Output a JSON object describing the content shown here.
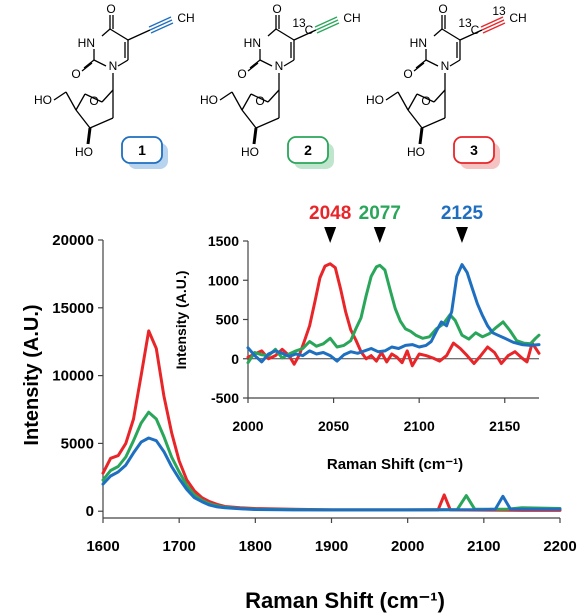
{
  "compounds": [
    {
      "number": "1",
      "isotope_a": "",
      "isotope_b": "",
      "alkyne_color": "#1f6fc0",
      "badge_color": "#1f6fc0",
      "shadow_color": "#b8d3ee"
    },
    {
      "number": "2",
      "isotope_a": "13",
      "isotope_b": "",
      "alkyne_color": "#2aa65a",
      "badge_color": "#2aa65a",
      "shadow_color": "#bfe6cc"
    },
    {
      "number": "3",
      "isotope_a": "13",
      "isotope_b": "13",
      "alkyne_color": "#e8262a",
      "badge_color": "#e8262a",
      "shadow_color": "#f6c3c3"
    }
  ],
  "chem_labels": {
    "o": "O",
    "hn": "HN",
    "n": "N",
    "ho": "HO",
    "ch": "CH",
    "c": "C",
    "o_ring": "O"
  },
  "chart_data": [
    {
      "type": "line",
      "xlabel": "Raman Shift (cm⁻¹)",
      "ylabel": "Intensity (A.U.)",
      "xlim": [
        1600,
        2200
      ],
      "ylim": [
        -500,
        20000
      ],
      "xticks": [
        "1600",
        "1700",
        "1800",
        "1900",
        "2000",
        "2100",
        "2200"
      ],
      "yticks": [
        "0",
        "5000",
        "10000",
        "15000",
        "20000"
      ],
      "series": [
        {
          "color": "#e8262a",
          "points": [
            [
              1600,
              2800
            ],
            [
              1610,
              3900
            ],
            [
              1620,
              4100
            ],
            [
              1630,
              5000
            ],
            [
              1640,
              6800
            ],
            [
              1650,
              10000
            ],
            [
              1660,
              13300
            ],
            [
              1670,
              12000
            ],
            [
              1680,
              8500
            ],
            [
              1690,
              5800
            ],
            [
              1700,
              3700
            ],
            [
              1710,
              2300
            ],
            [
              1720,
              1500
            ],
            [
              1730,
              1000
            ],
            [
              1740,
              700
            ],
            [
              1750,
              500
            ],
            [
              1760,
              350
            ],
            [
              1780,
              250
            ],
            [
              1800,
              200
            ],
            [
              1850,
              150
            ],
            [
              1900,
              100
            ],
            [
              1950,
              100
            ],
            [
              2000,
              100
            ],
            [
              2040,
              100
            ],
            [
              2048,
              1200
            ],
            [
              2056,
              100
            ],
            [
              2100,
              80
            ],
            [
              2150,
              60
            ],
            [
              2200,
              60
            ]
          ]
        },
        {
          "color": "#2aa65a",
          "points": [
            [
              1600,
              2300
            ],
            [
              1610,
              3000
            ],
            [
              1620,
              3300
            ],
            [
              1630,
              4000
            ],
            [
              1640,
              5200
            ],
            [
              1650,
              6500
            ],
            [
              1660,
              7300
            ],
            [
              1670,
              6800
            ],
            [
              1680,
              5500
            ],
            [
              1690,
              4000
            ],
            [
              1700,
              2900
            ],
            [
              1710,
              1900
            ],
            [
              1720,
              1200
            ],
            [
              1730,
              800
            ],
            [
              1740,
              550
            ],
            [
              1750,
              400
            ],
            [
              1760,
              300
            ],
            [
              1780,
              200
            ],
            [
              1800,
              150
            ],
            [
              1850,
              120
            ],
            [
              1900,
              100
            ],
            [
              1950,
              100
            ],
            [
              2000,
              100
            ],
            [
              2065,
              120
            ],
            [
              2077,
              1150
            ],
            [
              2088,
              150
            ],
            [
              2130,
              150
            ],
            [
              2150,
              250
            ],
            [
              2200,
              200
            ]
          ]
        },
        {
          "color": "#1f6fc0",
          "points": [
            [
              1600,
              2000
            ],
            [
              1610,
              2600
            ],
            [
              1620,
              2900
            ],
            [
              1630,
              3400
            ],
            [
              1640,
              4300
            ],
            [
              1650,
              5100
            ],
            [
              1660,
              5400
            ],
            [
              1670,
              5200
            ],
            [
              1680,
              4400
            ],
            [
              1690,
              3300
            ],
            [
              1700,
              2400
            ],
            [
              1710,
              1600
            ],
            [
              1720,
              1000
            ],
            [
              1730,
              700
            ],
            [
              1740,
              450
            ],
            [
              1750,
              320
            ],
            [
              1760,
              250
            ],
            [
              1780,
              180
            ],
            [
              1800,
              130
            ],
            [
              1850,
              100
            ],
            [
              1900,
              100
            ],
            [
              1950,
              100
            ],
            [
              2000,
              100
            ],
            [
              2100,
              120
            ],
            [
              2115,
              150
            ],
            [
              2125,
              1100
            ],
            [
              2135,
              150
            ],
            [
              2170,
              150
            ],
            [
              2200,
              150
            ]
          ]
        }
      ]
    },
    {
      "type": "line",
      "xlabel": "Raman Shift (cm⁻¹)",
      "ylabel": "Intensity (A.U.)",
      "xlim": [
        2000,
        2170
      ],
      "ylim": [
        -500,
        1500
      ],
      "xticks": [
        "2000",
        "2050",
        "2100",
        "2150"
      ],
      "yticks": [
        "-500",
        "0",
        "500",
        "1000",
        "1500"
      ],
      "annotations": [
        {
          "text": "2048",
          "x": 2048,
          "color": "#e8262a"
        },
        {
          "text": "2077",
          "x": 2077,
          "color": "#2aa65a"
        },
        {
          "text": "2125",
          "x": 2125,
          "color": "#1f6fc0"
        }
      ],
      "series": [
        {
          "color": "#e8262a",
          "points": [
            [
              2000,
              20
            ],
            [
              2004,
              60
            ],
            [
              2008,
              100
            ],
            [
              2012,
              0
            ],
            [
              2016,
              40
            ],
            [
              2020,
              120
            ],
            [
              2024,
              40
            ],
            [
              2027,
              -70
            ],
            [
              2030,
              50
            ],
            [
              2033,
              230
            ],
            [
              2036,
              420
            ],
            [
              2039,
              720
            ],
            [
              2042,
              1030
            ],
            [
              2045,
              1180
            ],
            [
              2048,
              1210
            ],
            [
              2051,
              1160
            ],
            [
              2054,
              900
            ],
            [
              2057,
              600
            ],
            [
              2060,
              370
            ],
            [
              2063,
              240
            ],
            [
              2066,
              90
            ],
            [
              2069,
              0
            ],
            [
              2072,
              40
            ],
            [
              2075,
              -30
            ],
            [
              2078,
              80
            ],
            [
              2081,
              -40
            ],
            [
              2084,
              60
            ],
            [
              2087,
              20
            ],
            [
              2090,
              -50
            ],
            [
              2093,
              100
            ],
            [
              2096,
              -90
            ],
            [
              2100,
              60
            ],
            [
              2104,
              40
            ],
            [
              2108,
              10
            ],
            [
              2112,
              -30
            ],
            [
              2116,
              40
            ],
            [
              2120,
              200
            ],
            [
              2124,
              130
            ],
            [
              2128,
              40
            ],
            [
              2132,
              -60
            ],
            [
              2136,
              40
            ],
            [
              2140,
              150
            ],
            [
              2144,
              80
            ],
            [
              2148,
              -60
            ],
            [
              2152,
              40
            ],
            [
              2156,
              90
            ],
            [
              2160,
              10
            ],
            [
              2163,
              -40
            ],
            [
              2166,
              200
            ],
            [
              2170,
              70
            ]
          ]
        },
        {
          "color": "#2aa65a",
          "points": [
            [
              2000,
              -50
            ],
            [
              2004,
              80
            ],
            [
              2008,
              50
            ],
            [
              2012,
              40
            ],
            [
              2016,
              120
            ],
            [
              2020,
              10
            ],
            [
              2024,
              60
            ],
            [
              2028,
              100
            ],
            [
              2032,
              130
            ],
            [
              2036,
              220
            ],
            [
              2040,
              160
            ],
            [
              2044,
              190
            ],
            [
              2048,
              260
            ],
            [
              2052,
              150
            ],
            [
              2056,
              170
            ],
            [
              2060,
              230
            ],
            [
              2063,
              380
            ],
            [
              2066,
              520
            ],
            [
              2069,
              800
            ],
            [
              2072,
              1050
            ],
            [
              2075,
              1170
            ],
            [
              2077,
              1190
            ],
            [
              2080,
              1130
            ],
            [
              2083,
              880
            ],
            [
              2086,
              640
            ],
            [
              2089,
              480
            ],
            [
              2092,
              380
            ],
            [
              2095,
              350
            ],
            [
              2098,
              300
            ],
            [
              2102,
              260
            ],
            [
              2106,
              280
            ],
            [
              2110,
              380
            ],
            [
              2114,
              440
            ],
            [
              2118,
              560
            ],
            [
              2121,
              490
            ],
            [
              2125,
              300
            ],
            [
              2129,
              250
            ],
            [
              2133,
              330
            ],
            [
              2137,
              280
            ],
            [
              2141,
              320
            ],
            [
              2145,
              400
            ],
            [
              2149,
              470
            ],
            [
              2153,
              360
            ],
            [
              2157,
              230
            ],
            [
              2161,
              200
            ],
            [
              2165,
              190
            ],
            [
              2168,
              260
            ],
            [
              2170,
              300
            ]
          ]
        },
        {
          "color": "#1f6fc0",
          "points": [
            [
              2000,
              140
            ],
            [
              2004,
              40
            ],
            [
              2008,
              -40
            ],
            [
              2012,
              60
            ],
            [
              2016,
              100
            ],
            [
              2020,
              70
            ],
            [
              2024,
              30
            ],
            [
              2028,
              60
            ],
            [
              2032,
              40
            ],
            [
              2036,
              100
            ],
            [
              2040,
              60
            ],
            [
              2044,
              80
            ],
            [
              2048,
              40
            ],
            [
              2052,
              -30
            ],
            [
              2056,
              50
            ],
            [
              2060,
              90
            ],
            [
              2064,
              70
            ],
            [
              2068,
              100
            ],
            [
              2072,
              130
            ],
            [
              2076,
              90
            ],
            [
              2080,
              100
            ],
            [
              2084,
              150
            ],
            [
              2088,
              130
            ],
            [
              2092,
              170
            ],
            [
              2096,
              180
            ],
            [
              2100,
              150
            ],
            [
              2104,
              170
            ],
            [
              2107,
              220
            ],
            [
              2110,
              350
            ],
            [
              2113,
              470
            ],
            [
              2116,
              420
            ],
            [
              2119,
              600
            ],
            [
              2122,
              1050
            ],
            [
              2125,
              1200
            ],
            [
              2128,
              1100
            ],
            [
              2131,
              900
            ],
            [
              2134,
              700
            ],
            [
              2137,
              550
            ],
            [
              2140,
              420
            ],
            [
              2143,
              330
            ],
            [
              2146,
              300
            ],
            [
              2150,
              260
            ],
            [
              2155,
              210
            ],
            [
              2160,
              180
            ],
            [
              2165,
              170
            ],
            [
              2170,
              180
            ]
          ]
        }
      ]
    }
  ]
}
